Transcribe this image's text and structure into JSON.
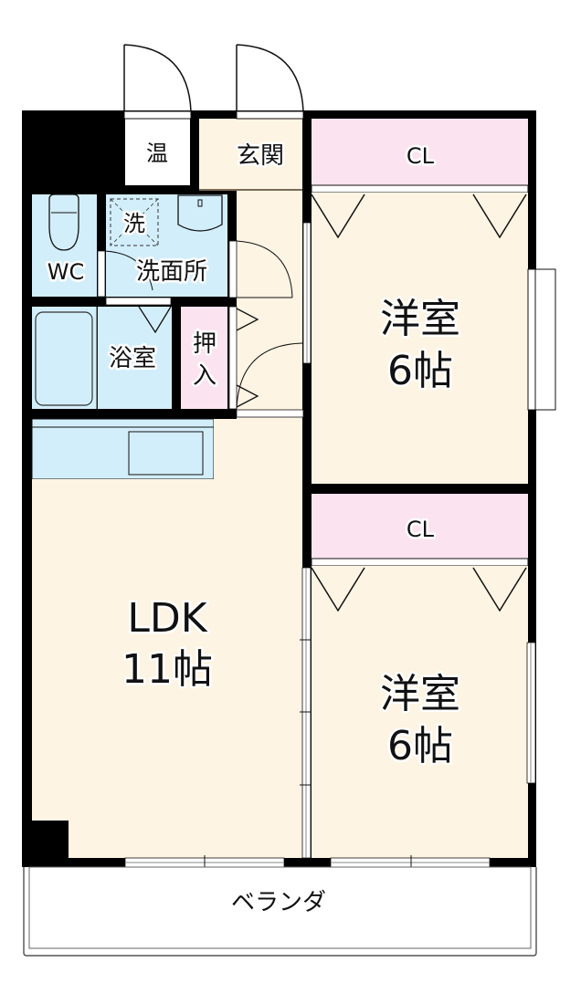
{
  "plan": {
    "colors": {
      "wall": "#000000",
      "living": "#fdf4e3",
      "wet": "#d3eefb",
      "storage": "#fbe4ef",
      "line": "#111111",
      "background": "#ffffff"
    },
    "rooms": {
      "water_heater": {
        "label": "温"
      },
      "entrance": {
        "label": "玄関"
      },
      "closet_1": {
        "label": "CL"
      },
      "toilet": {
        "label": "WC"
      },
      "washer": {
        "label": "洗"
      },
      "washroom": {
        "label": "洗面所"
      },
      "bathroom": {
        "label": "浴室"
      },
      "oshiire": {
        "label_line1": "押",
        "label_line2": "入"
      },
      "bedroom_1": {
        "label_line1": "洋室",
        "label_line2": "6帖"
      },
      "closet_2": {
        "label": "CL"
      },
      "ldk": {
        "label_line1": "LDK",
        "label_line2": "11帖"
      },
      "bedroom_2": {
        "label_line1": "洋室",
        "label_line2": "6帖"
      },
      "veranda": {
        "label": "ベランダ"
      }
    }
  }
}
